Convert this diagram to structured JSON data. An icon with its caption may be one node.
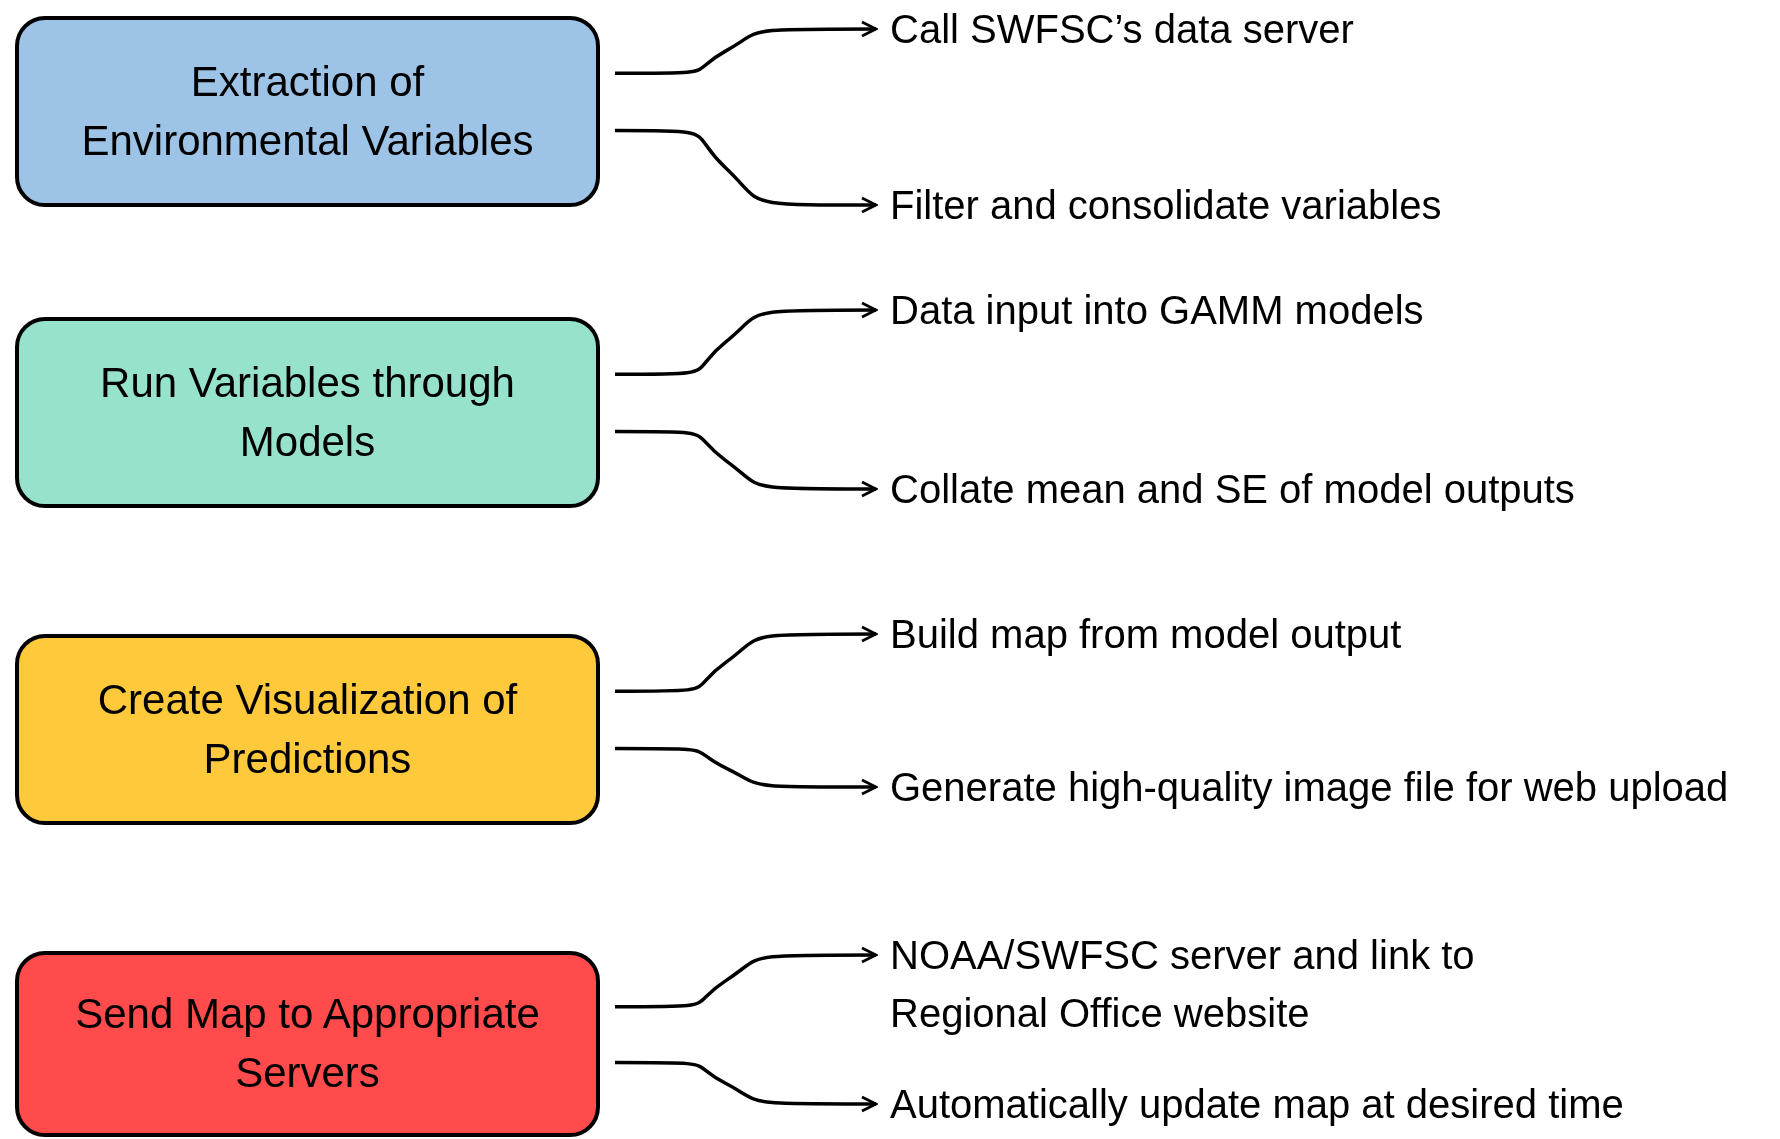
{
  "diagram": {
    "nodes": [
      {
        "text": [
          "Extraction of Environmental Variables"
        ]
      },
      {
        "text": [
          "Call SWFSC’s data server"
        ]
      },
      {
        "text": [
          "Filter and consolidate variables"
        ]
      },
      {
        "text": [
          "Run Variables through Models"
        ]
      },
      {
        "text": [
          "Data input into GAMM models"
        ]
      },
      {
        "text": [
          "Collate mean and SE of model outputs"
        ]
      },
      {
        "text": [
          "Create Visualization of Predictions"
        ]
      },
      {
        "text": [
          "Build map from model output"
        ]
      },
      {
        "text": [
          "Generate high-quality image file for web upload"
        ]
      },
      {
        "text": [
          "Send Map to Appropriate Servers"
        ]
      },
      {
        "text": [
          "NOAA/SWFSC server and link to Regional Office website"
        ]
      },
      {
        "text": [
          "Automatically update map at desired time"
        ]
      }
    ],
    "edges": [
      {
        "from": 0,
        "to": 1,
        "arrow": "to"
      },
      {
        "from": 0,
        "to": 2,
        "arrow": "to"
      },
      {
        "from": 3,
        "to": 4,
        "arrow": "to"
      },
      {
        "from": 3,
        "to": 5,
        "arrow": "to"
      },
      {
        "from": 6,
        "to": 7,
        "arrow": "to"
      },
      {
        "from": 6,
        "to": 8,
        "arrow": "to"
      },
      {
        "from": 9,
        "to": 10,
        "arrow": "to"
      },
      {
        "from": 9,
        "to": 11,
        "arrow": "to"
      }
    ]
  }
}
